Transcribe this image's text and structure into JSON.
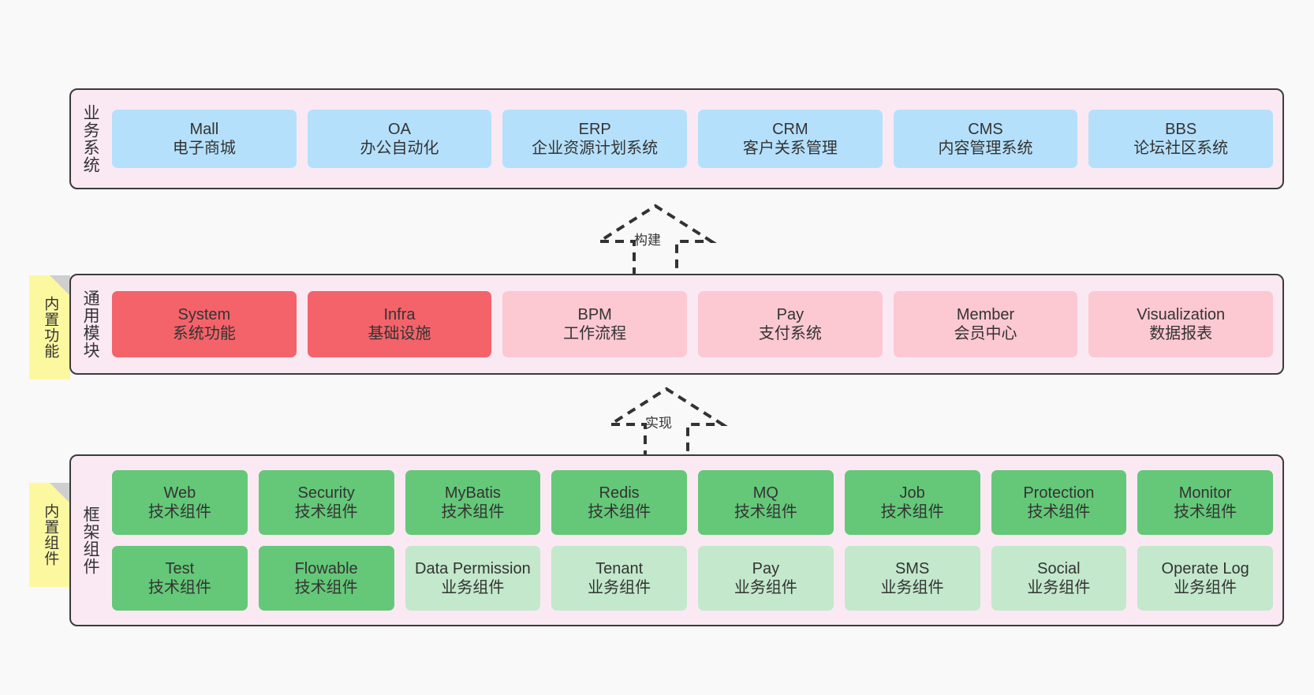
{
  "diagram": {
    "title": "",
    "background": "#f9f9f9",
    "colors": {
      "band_fill": "#fae9f3",
      "band_border": "#3b3b3b",
      "business": "#b5e0fb",
      "module_core": "#f4636a",
      "module_other": "#fcc8d2",
      "tech_component": "#64c878",
      "business_component": "#c3e8cc",
      "tag_fill": "#fcf8a0",
      "tag_fold": "#cfcfcf"
    }
  },
  "layers": {
    "business": {
      "label": "业务系统",
      "items": [
        {
          "en": "Mall",
          "cn": "电子商城"
        },
        {
          "en": "OA",
          "cn": "办公自动化"
        },
        {
          "en": "ERP",
          "cn": "企业资源计划系统"
        },
        {
          "en": "CRM",
          "cn": "客户关系管理"
        },
        {
          "en": "CMS",
          "cn": "内容管理系统"
        },
        {
          "en": "BBS",
          "cn": "论坛社区系统"
        }
      ]
    },
    "modules": {
      "label": "通用模块",
      "tag": "内置功能",
      "items": [
        {
          "en": "System",
          "cn": "系统功能",
          "variant": "c-red"
        },
        {
          "en": "Infra",
          "cn": "基础设施",
          "variant": "c-red"
        },
        {
          "en": "BPM",
          "cn": "工作流程",
          "variant": "c-pink"
        },
        {
          "en": "Pay",
          "cn": "支付系统",
          "variant": "c-pink"
        },
        {
          "en": "Member",
          "cn": "会员中心",
          "variant": "c-pink"
        },
        {
          "en": "Visualization",
          "cn": "数据报表",
          "variant": "c-pink"
        }
      ]
    },
    "framework": {
      "label": "框架组件",
      "tag": "内置组件",
      "row1": [
        {
          "en": "Web",
          "cn": "技术组件",
          "variant": "c-green"
        },
        {
          "en": "Security",
          "cn": "技术组件",
          "variant": "c-green"
        },
        {
          "en": "MyBatis",
          "cn": "技术组件",
          "variant": "c-green"
        },
        {
          "en": "Redis",
          "cn": "技术组件",
          "variant": "c-green"
        },
        {
          "en": "MQ",
          "cn": "技术组件",
          "variant": "c-green"
        },
        {
          "en": "Job",
          "cn": "技术组件",
          "variant": "c-green"
        },
        {
          "en": "Protection",
          "cn": "技术组件",
          "variant": "c-green"
        },
        {
          "en": "Monitor",
          "cn": "技术组件",
          "variant": "c-green"
        }
      ],
      "row2": [
        {
          "en": "Test",
          "cn": "技术组件",
          "variant": "c-green"
        },
        {
          "en": "Flowable",
          "cn": "技术组件",
          "variant": "c-green"
        },
        {
          "en": "Data Permission",
          "cn": "业务组件",
          "variant": "c-lightgreen"
        },
        {
          "en": "Tenant",
          "cn": "业务组件",
          "variant": "c-lightgreen"
        },
        {
          "en": "Pay",
          "cn": "业务组件",
          "variant": "c-lightgreen"
        },
        {
          "en": "SMS",
          "cn": "业务组件",
          "variant": "c-lightgreen"
        },
        {
          "en": "Social",
          "cn": "业务组件",
          "variant": "c-lightgreen"
        },
        {
          "en": "Operate Log",
          "cn": "业务组件",
          "variant": "c-lightgreen"
        }
      ]
    }
  },
  "connectors": [
    {
      "name": "build",
      "label": "构建"
    },
    {
      "name": "implement",
      "label": "实现"
    }
  ]
}
